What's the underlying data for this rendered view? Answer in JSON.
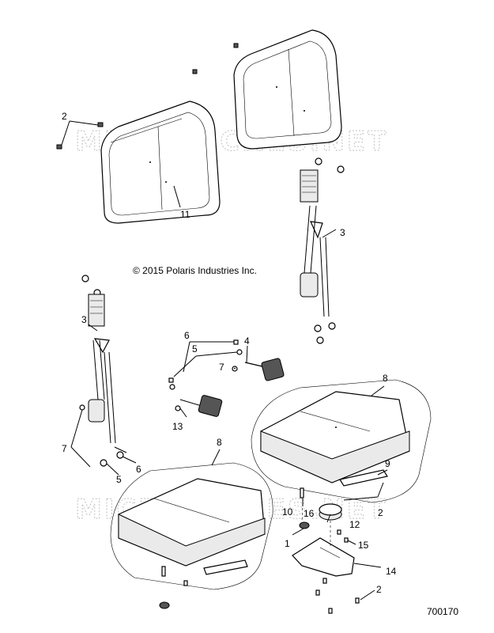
{
  "copyright": "© 2015 Polaris Industries Inc.",
  "diagram_id": "700170",
  "watermark": [
    "MICROFICHES.NET",
    "MICROFICHES.NET"
  ],
  "callouts": [
    "2",
    "11",
    "3",
    "3",
    "6",
    "5",
    "7",
    "4",
    "13",
    "7",
    "5",
    "6",
    "8",
    "8",
    "9",
    "10",
    "2",
    "16",
    "12",
    "1",
    "15",
    "14",
    "2"
  ]
}
